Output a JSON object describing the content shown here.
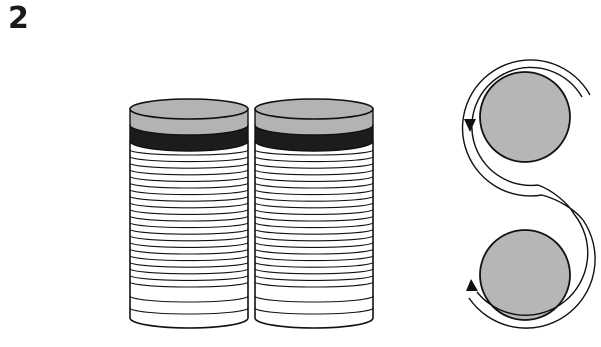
{
  "step": {
    "number": "2"
  },
  "colors": {
    "outline": "#111111",
    "lid_fill": "#b3b3b3",
    "band_fill": "#1c1c1c",
    "body_fill": "#ffffff",
    "circle_fill": "#b6b6b6"
  },
  "illustration": {
    "left_part": "two-stacked-cylinders-with-coiled-winding",
    "right_part": "two-circles-with-figure-eight-arrow-path",
    "icons": [
      "cylinder-left",
      "cylinder-right",
      "top-circle",
      "bottom-circle",
      "arrow-path",
      "arrowhead-top",
      "arrowhead-bottom"
    ]
  }
}
